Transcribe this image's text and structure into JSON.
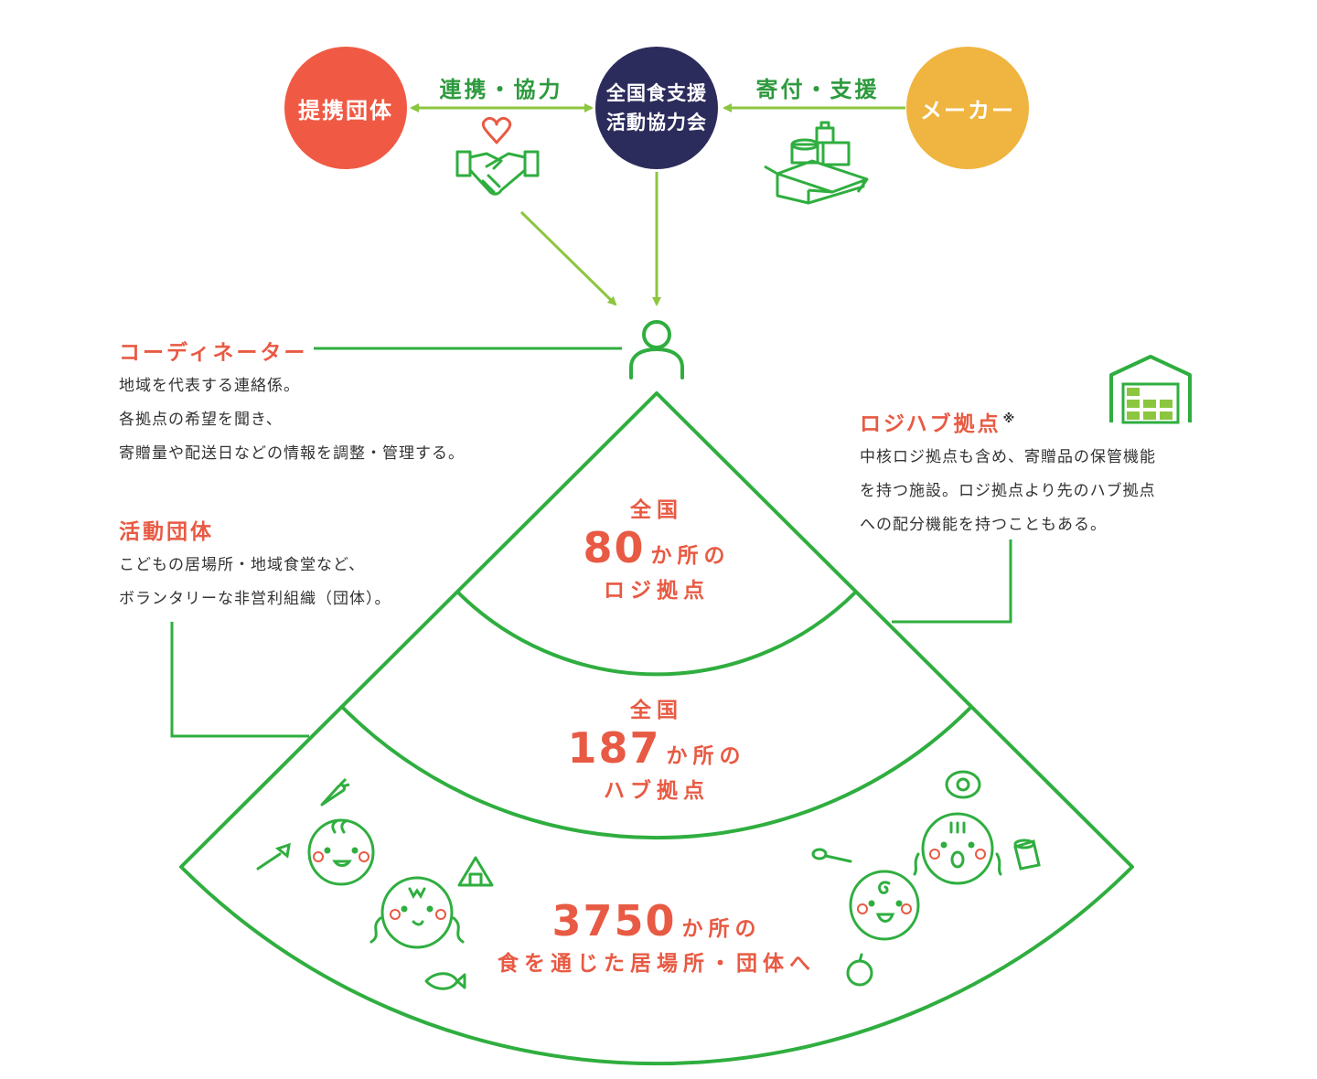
{
  "nodes": {
    "partner": {
      "label": "提携団体",
      "color": "#f05a44"
    },
    "council": {
      "label": "全国食支援\n活動協力会",
      "color": "#2c2c5c"
    },
    "maker": {
      "label": "メーカー",
      "color": "#efb540"
    }
  },
  "edges": {
    "left": "連携・協力",
    "right": "寄付・支援"
  },
  "coordinator": {
    "title": "コーディネーター",
    "lines": [
      "地域を代表する連絡係。",
      "各拠点の希望を聞き、",
      "寄贈量や配送日などの情報を調整・管理する。"
    ]
  },
  "activity_group": {
    "title": "活動団体",
    "lines": [
      "こどもの居場所・地域食堂など、",
      "ボランタリーな非営利組織（団体）。"
    ]
  },
  "logihub": {
    "title": "ロジハブ拠点",
    "mark": "※",
    "lines": [
      "中核ロジ拠点も含め、寄贈品の保管機能",
      "を持つ施設。ロジ拠点より先のハブ拠点",
      "への配分機能を持つこともある。"
    ]
  },
  "segments": [
    {
      "prefix": "全国",
      "number": "80",
      "unit": "か所の",
      "name": "ロジ拠点"
    },
    {
      "prefix": "全国",
      "number": "187",
      "unit": "か所の",
      "name": "ハブ拠点"
    },
    {
      "prefix": "",
      "number": "3750",
      "unit": "か所の",
      "name": "食を通じた居場所・団体へ"
    }
  ],
  "colors": {
    "green": "#2fae3f",
    "lime": "#8cc63f",
    "accent": "#e85a43"
  }
}
